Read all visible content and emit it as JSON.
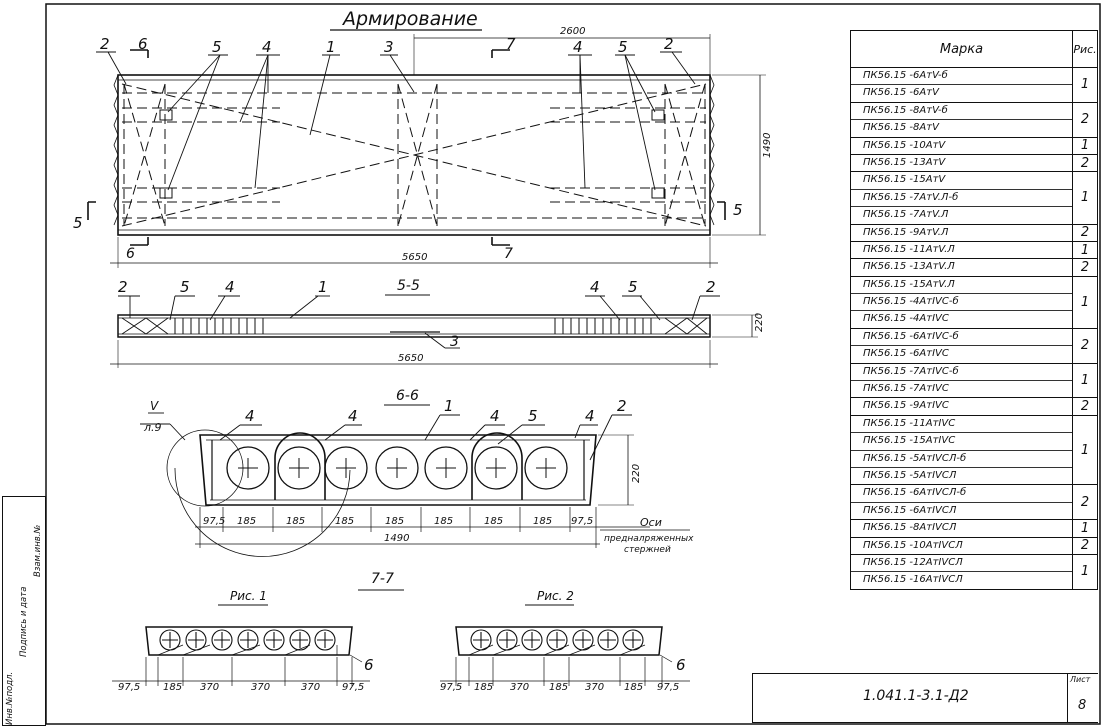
{
  "title": "Армирование",
  "plan": {
    "dim_top": "2600",
    "dim_right": "1490",
    "dim_bottom": "5650",
    "section_marks": [
      "6",
      "7",
      "5",
      "5",
      "6",
      "7"
    ],
    "callouts": [
      "2",
      "6",
      "5",
      "4",
      "1",
      "3",
      "7",
      "4",
      "5",
      "2"
    ]
  },
  "section_55": {
    "title": "5-5",
    "length": "5650",
    "height": "220",
    "callouts": [
      "2",
      "5",
      "4",
      "1",
      "3",
      "4",
      "5",
      "2"
    ]
  },
  "section_66": {
    "title": "6-6",
    "node_label": "V",
    "node_sheet": "л.9",
    "height": "220",
    "pitch_dims": [
      "97,5",
      "185",
      "185",
      "185",
      "185",
      "185",
      "185",
      "185",
      "97,5"
    ],
    "total_width": "1490",
    "callouts": [
      "4",
      "4",
      "1",
      "4",
      "5",
      "4",
      "2"
    ],
    "axes_note_1": "Оси",
    "axes_note_2": "предналряженных",
    "axes_note_3": "стержней"
  },
  "section_77": {
    "title": "7-7",
    "fig1": {
      "label": "Рис. 1",
      "callout": "6",
      "dims": [
        "97,5",
        "185",
        "370",
        "370",
        "370",
        "97,5"
      ]
    },
    "fig2": {
      "label": "Рис. 2",
      "callout": "6",
      "dims": [
        "97,5",
        "185",
        "370",
        "185",
        "370",
        "185",
        "97,5"
      ]
    }
  },
  "table": {
    "col_mark": "Марка",
    "col_fig": "Рис.",
    "groups": [
      {
        "fig": "1",
        "rows": [
          "ПК56.15 -6АтV-б",
          "ПК56.15 -6АтV"
        ]
      },
      {
        "fig": "2",
        "rows": [
          "ПК56.15 -8АтV-б",
          "ПК56.15 -8АтV"
        ]
      },
      {
        "fig": "1",
        "rows": [
          "ПК56.15 -10АтV"
        ]
      },
      {
        "fig": "2",
        "rows": [
          "ПК56.15 -13АтV"
        ]
      },
      {
        "fig": "1",
        "rows": [
          "ПК56.15 -15АтV",
          "ПК56.15 -7АтV.Л-б",
          "ПК56.15 -7АтV.Л"
        ]
      },
      {
        "fig": "2",
        "rows": [
          "ПК56.15 -9АтV.Л"
        ]
      },
      {
        "fig": "1",
        "rows": [
          "ПК56.15 -11АтV.Л"
        ]
      },
      {
        "fig": "2",
        "rows": [
          "ПК56.15 -13АтV.Л"
        ]
      },
      {
        "fig": "1",
        "rows": [
          "ПК56.15 -15АтV.Л",
          "ПК56.15 -4АтIVС-б",
          "ПК56.15 -4АтIVС"
        ]
      },
      {
        "fig": "2",
        "rows": [
          "ПК56.15 -6АтIVС-б",
          "ПК56.15 -6АтIVС"
        ]
      },
      {
        "fig": "1",
        "rows": [
          "ПК56.15 -7АтIVС-б",
          "ПК56.15 -7АтIVС"
        ]
      },
      {
        "fig": "2",
        "rows": [
          "ПК56.15 -9АтIVС"
        ]
      },
      {
        "fig": "1",
        "rows": [
          "ПК56.15 -11АтIVС",
          "ПК56.15 -15АтIVС",
          "ПК56.15 -5АтIVСЛ-б",
          "ПК56.15 -5АтIVСЛ"
        ]
      },
      {
        "fig": "2",
        "rows": [
          "ПК56.15 -6АтIVСЛ-б",
          "ПК56.15 -6АтIVСЛ"
        ]
      },
      {
        "fig": "1",
        "rows": [
          "ПК56.15 -8АтIVСЛ"
        ]
      },
      {
        "fig": "2",
        "rows": [
          "ПК56.15 -10АтIVСЛ"
        ]
      },
      {
        "fig": "1",
        "rows": [
          "ПК56.15 -12АтIVСЛ",
          "ПК56.15 -16АтIVСЛ"
        ]
      }
    ]
  },
  "stamp": {
    "code": "1.041.1-3.1-Д2",
    "sheet_label": "Лист",
    "sheet_no": "8"
  },
  "side_panel": [
    "Инв.№подл.",
    "Подпись и дата",
    "Взам.инв.№"
  ]
}
